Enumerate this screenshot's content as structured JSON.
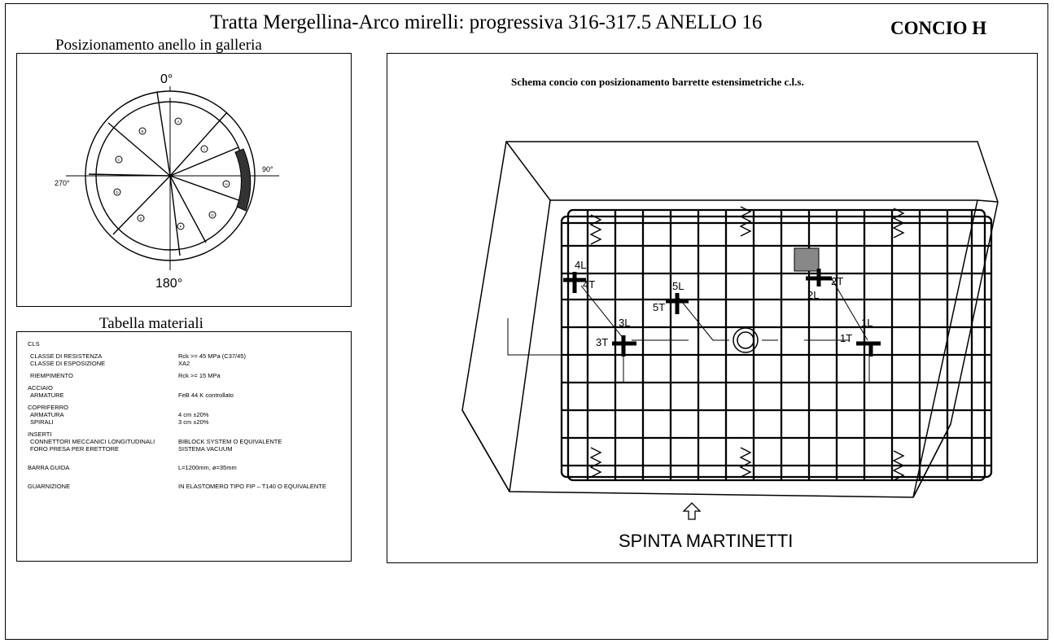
{
  "title": "Tratta Mergellina-Arco mirelli: progressiva 316-317.5 ANELLO 16",
  "concio": "CONCIO H",
  "ring_panel": {
    "heading": "Posizionamento anello in galleria",
    "angle_top": "0°",
    "angle_right": "90°",
    "angle_left": "270°",
    "angle_bottom": "180°",
    "segments": [
      "A",
      "B",
      "C",
      "D",
      "E",
      "F",
      "G",
      "H",
      "I"
    ]
  },
  "materials": {
    "heading": "Tabella materiali",
    "rows": [
      {
        "label": "CLS",
        "value": "",
        "kind": "section"
      },
      {
        "label": "CLASSE DI RESISTENZA",
        "value": "Rck >= 45 MPa (C37/45)",
        "kind": "item"
      },
      {
        "label": "CLASSE DI ESPOSIZIONE",
        "value": "XA2",
        "kind": "item"
      },
      {
        "label": "RIEMPIMENTO",
        "value": "Rck >= 15 MPa",
        "kind": "item"
      },
      {
        "label": "ACCIAIO",
        "value": "",
        "kind": "section"
      },
      {
        "label": "ARMATURE",
        "value": "FeB  44 K controllato",
        "kind": "item"
      },
      {
        "label": "COPRIFERRO",
        "value": "",
        "kind": "section"
      },
      {
        "label": "ARMATURA",
        "value": "4 cm ±20%",
        "kind": "item"
      },
      {
        "label": "SPIRALI",
        "value": "3 cm ±20%",
        "kind": "item"
      },
      {
        "label": "INSERTI",
        "value": "",
        "kind": "section"
      },
      {
        "label": "CONNETTORI MECCANICI LONGITUDINALI",
        "value": "BIBLOCK SYSTEM O EQUIVALENTE",
        "kind": "item"
      },
      {
        "label": "FORO PRESA PER ERETTORE",
        "value": "SISTEMA VACUUM",
        "kind": "item"
      },
      {
        "label": "BARRA GUIDA",
        "value": "L=1200mm, ø=35mm",
        "kind": "section"
      },
      {
        "label": "GUARNIZIONE",
        "value": "IN ELASTOMERO TIPO FIP – T140 O EQUIVALENTE",
        "kind": "section"
      }
    ]
  },
  "schema": {
    "heading": "Schema concio con posizionamento barrette estensimetriche c.l.s.",
    "gauges": [
      {
        "id": "1",
        "l": "1L",
        "t": "1T"
      },
      {
        "id": "2",
        "l": "2L",
        "t": "2T"
      },
      {
        "id": "3",
        "l": "3L",
        "t": "3T"
      },
      {
        "id": "4",
        "l": "4L",
        "t": "4T"
      },
      {
        "id": "5",
        "l": "5L",
        "t": "5T"
      }
    ],
    "thrust_label": "SPINTA MARTINETTI"
  }
}
